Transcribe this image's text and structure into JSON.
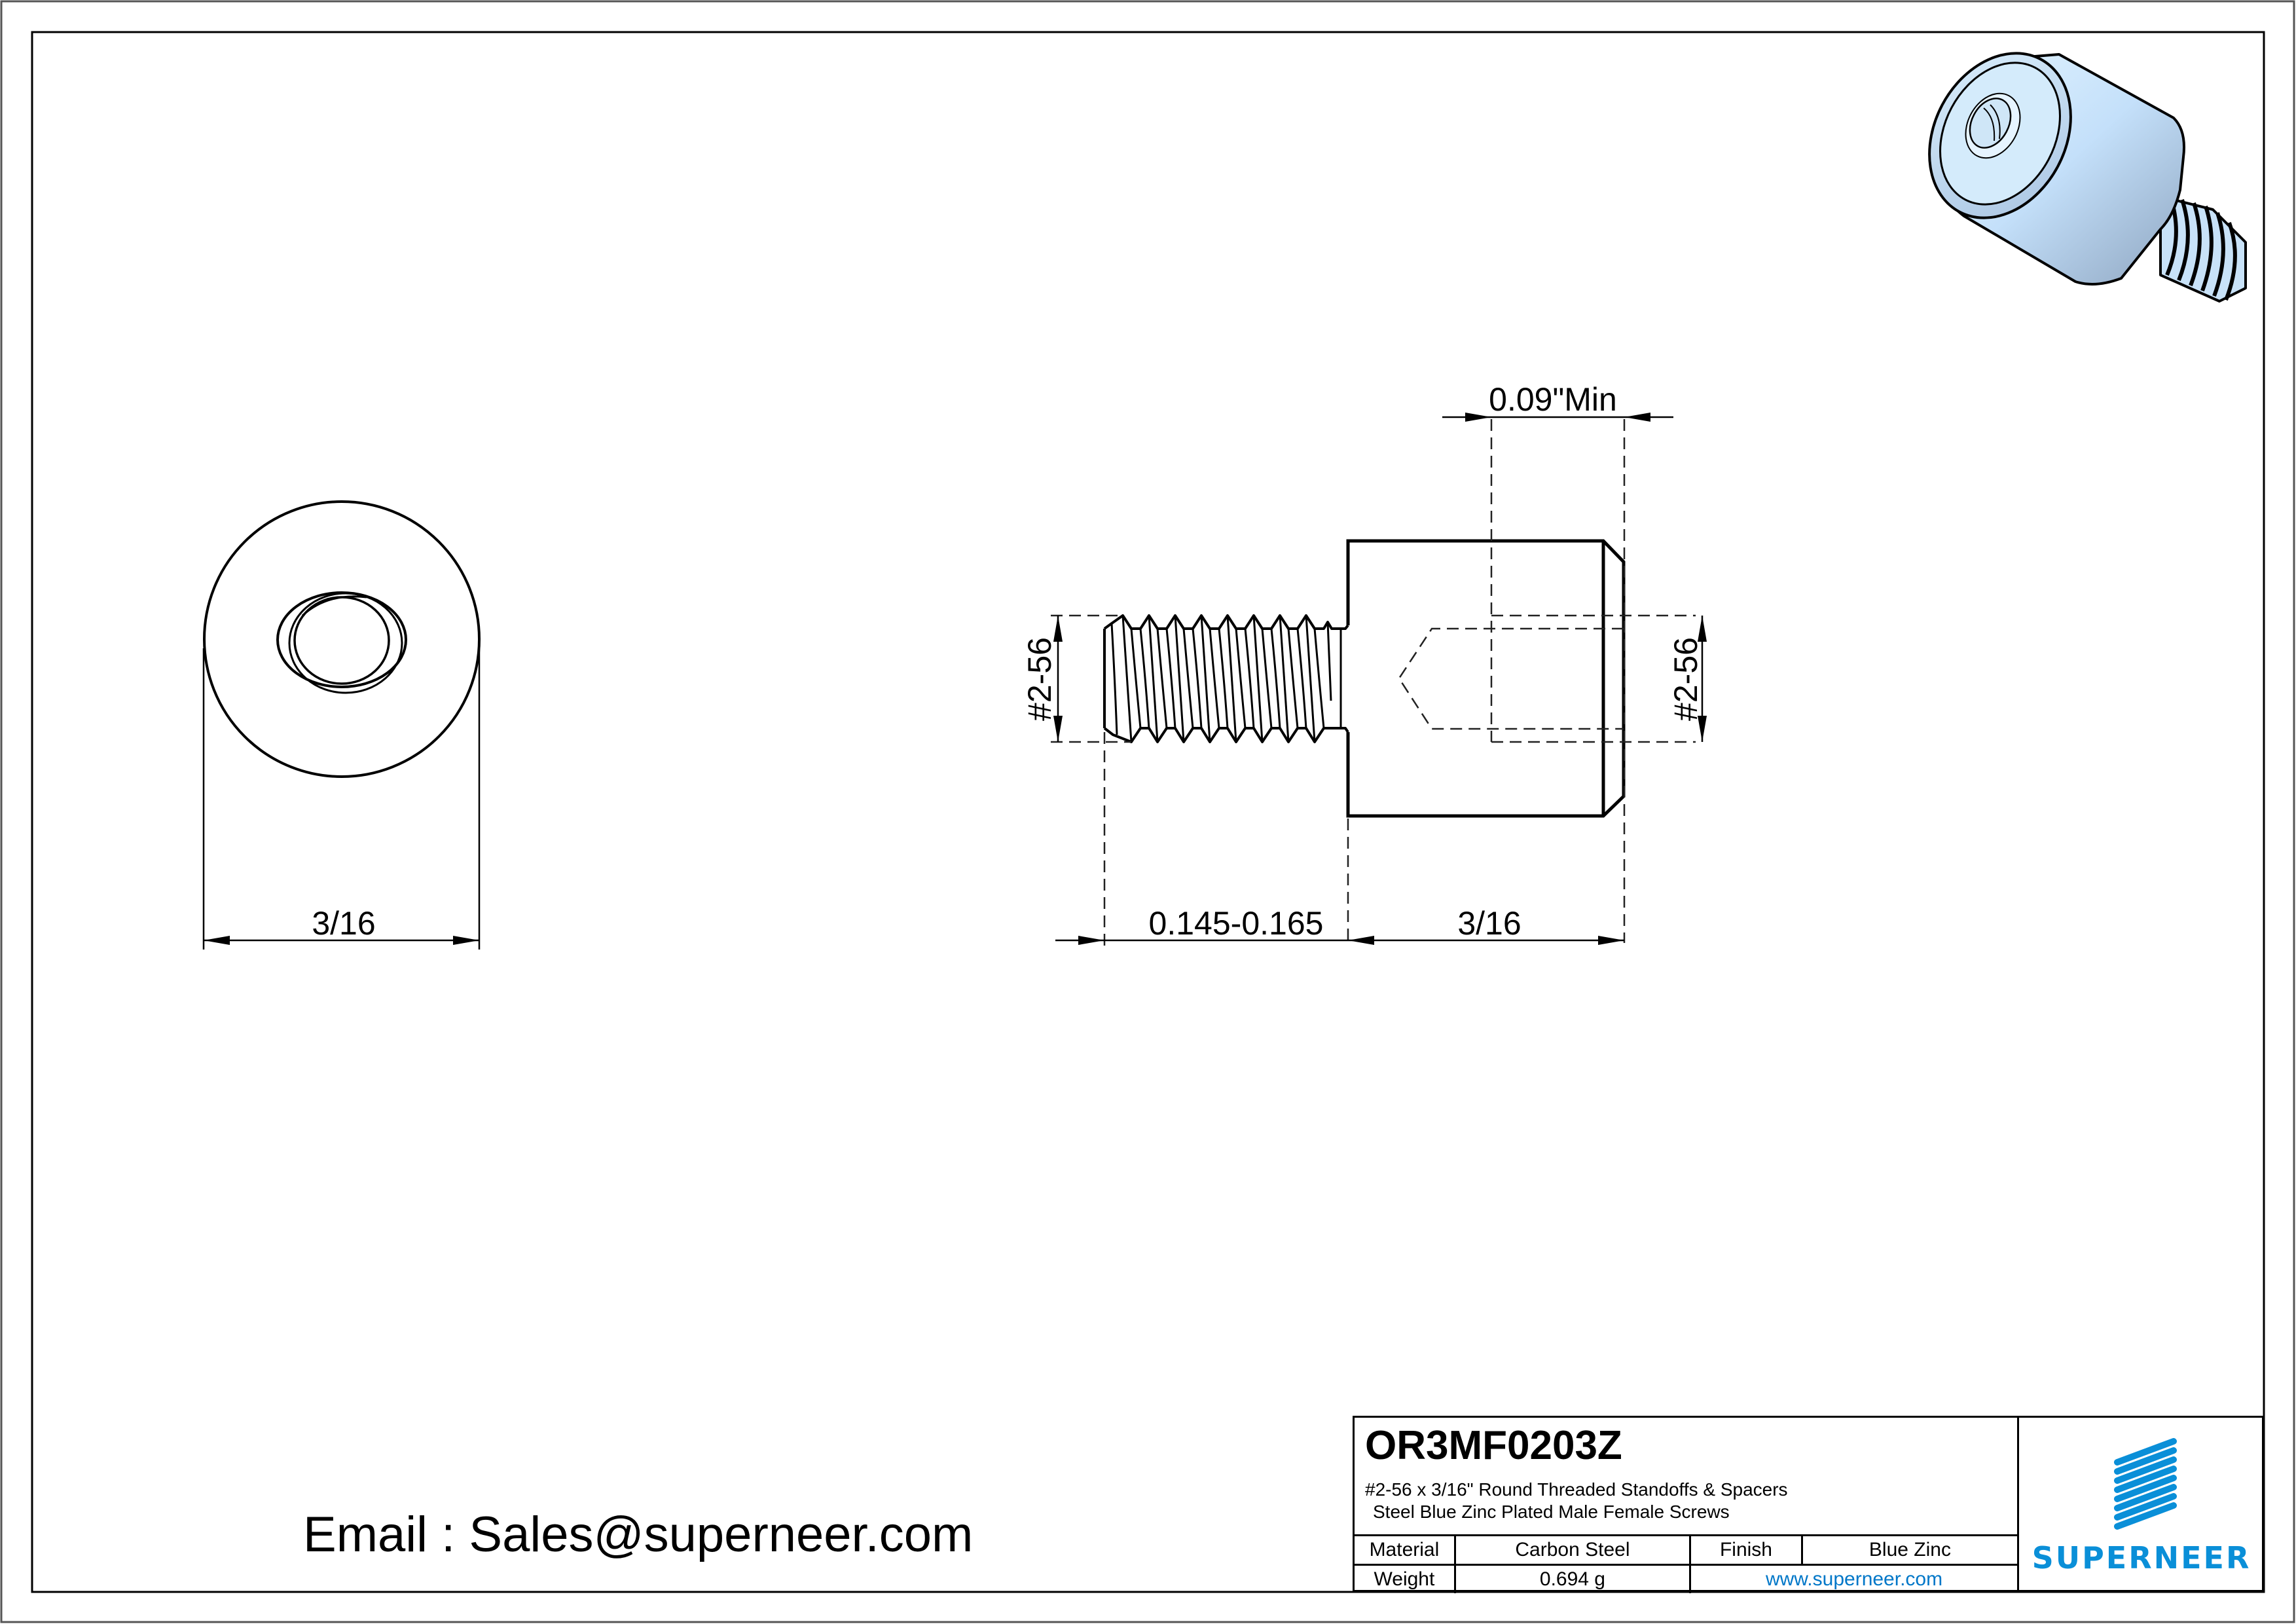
{
  "drawing": {
    "front_view": {
      "diameter_label": "3/16"
    },
    "side_view": {
      "top_dimension_label": "0.09\"Min",
      "male_thread_label": "#2-56",
      "female_thread_label": "#2-56",
      "thread_length_label": "0.145-0.165",
      "body_length_label": "3/16"
    },
    "iso_view": {
      "description": "3D render of blue zinc plated male-female standoff",
      "colors": {
        "body_light": "#d6ecfb",
        "body_mid": "#b6d4f0",
        "body_dark": "#8fa6c2"
      }
    }
  },
  "contact": {
    "email_line": "Email : Sales@superneer.com"
  },
  "title_block": {
    "part_number": "OR3MF0203Z",
    "description_line1": "#2-56 x 3/16\" Round Threaded Standoffs & Spacers",
    "description_line2": "Steel Blue Zinc Plated Male Female Screws",
    "rows": [
      {
        "label1": "Material",
        "value1": "Carbon Steel",
        "label2": "Finish",
        "value2": "Blue Zinc"
      },
      {
        "label1": "Weight",
        "value1": "0.694 g",
        "link": "www.superneer.com"
      }
    ],
    "logo": {
      "text": "SUPERNEER",
      "color": "#0a8fd8"
    }
  }
}
